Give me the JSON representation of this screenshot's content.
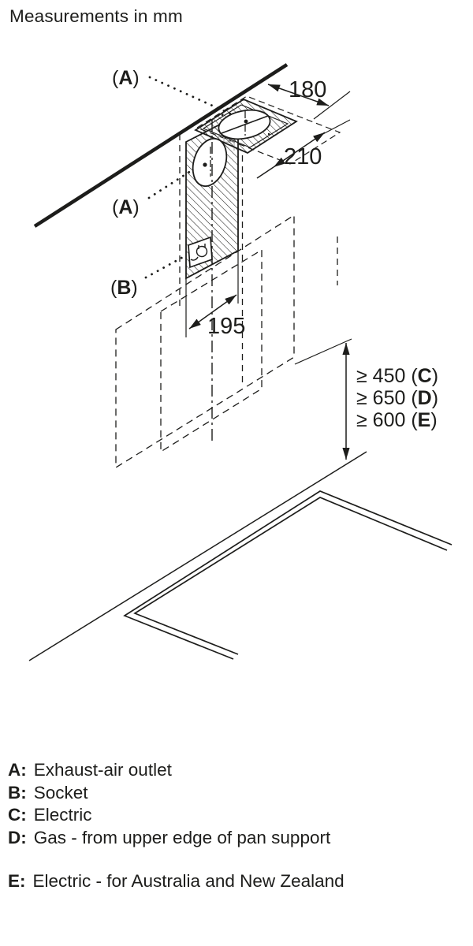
{
  "title": "Measurements in mm",
  "diagram": {
    "labels": {
      "a_top": {
        "pre": "(",
        "letter": "A",
        "post": ")"
      },
      "a_side": {
        "pre": "(",
        "letter": "A",
        "post": ")"
      },
      "b": {
        "pre": "(",
        "letter": "B",
        "post": ")"
      }
    },
    "dimensions": {
      "ceiling_depth": "180",
      "ceiling_width": "210",
      "wall_width": "195"
    },
    "clearances": [
      {
        "prefix": "≥ 450 (",
        "letter": "C",
        "suffix": ")"
      },
      {
        "prefix": "≥ 650 (",
        "letter": "D",
        "suffix": ")"
      },
      {
        "prefix": "≥ 600 (",
        "letter": "E",
        "suffix": ")"
      }
    ]
  },
  "legend": [
    {
      "key": "A:",
      "text": "Exhaust-air outlet"
    },
    {
      "key": "B:",
      "text": "Socket"
    },
    {
      "key": "C:",
      "text": "Electric"
    },
    {
      "key": "D:",
      "text": "Gas - from upper edge of pan support"
    },
    {
      "key": "E:",
      "text": "Electric - for Australia and New Zealand"
    }
  ],
  "colors": {
    "ink": "#1d1d1b",
    "ghost": "#b8b8b8"
  }
}
